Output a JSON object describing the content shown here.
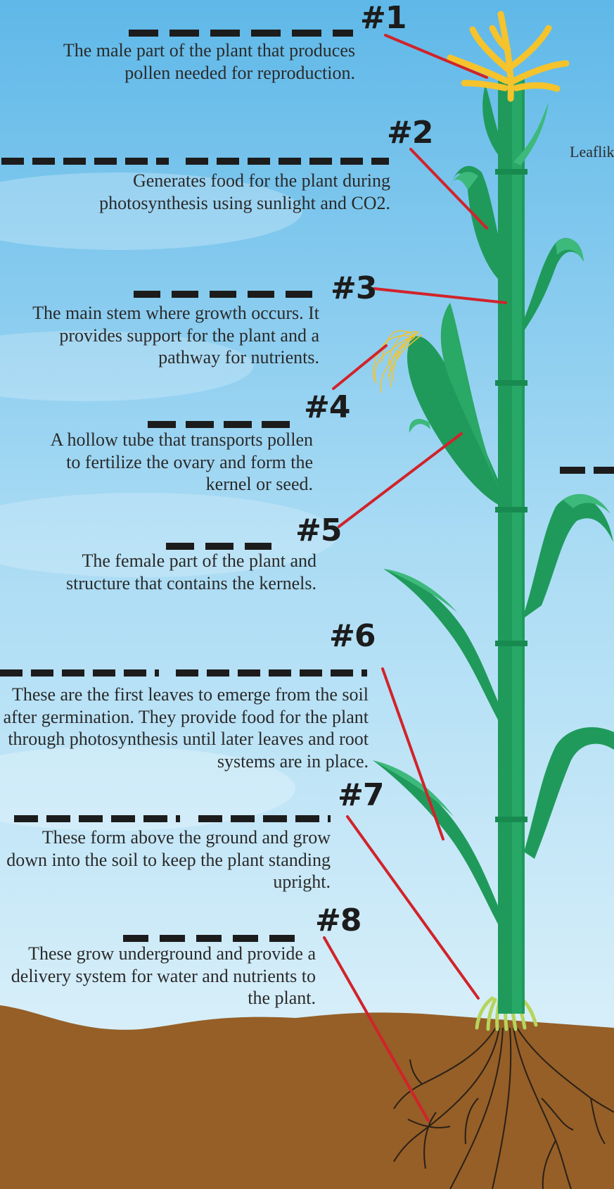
{
  "diagram": {
    "labels": [
      {
        "number": "#1",
        "description": "The male part of the plant that produces pollen needed for reproduction."
      },
      {
        "number": "#2",
        "description": "Generates food for the plant during photosynthesis using sunlight and CO2."
      },
      {
        "number": "#3",
        "description": "The main stem where growth occurs. It provides support for the plant and a pathway for nutrients."
      },
      {
        "number": "#4",
        "description": "A hollow tube that transports pollen to fertilize the ovary and form the kernel or seed."
      },
      {
        "number": "#5",
        "description": "The female part of the plant and structure that contains the kernels."
      },
      {
        "number": "#6",
        "description": "These are the first leaves to emerge from the soil after germination. They provide food for the plant through photosynthesis until later leaves and root systems are in place."
      },
      {
        "number": "#7",
        "description": "These form above the ground and grow down into the soil to keep the plant standing upright."
      },
      {
        "number": "#8",
        "description": "These grow underground and provide a delivery system for water and nutrients to the plant."
      }
    ],
    "side_text": "Leaflike",
    "colors": {
      "sky_top": "#5fb8e8",
      "sky_bottom": "#e4f4fb",
      "soil": "#955f27",
      "plant_dark": "#1f9a5b",
      "plant_light": "#3db97b",
      "tassel": "#f5c32c",
      "pointer": "#d1232a",
      "blank": "#1c1c1c",
      "prop_root": "#b7d45c"
    }
  }
}
